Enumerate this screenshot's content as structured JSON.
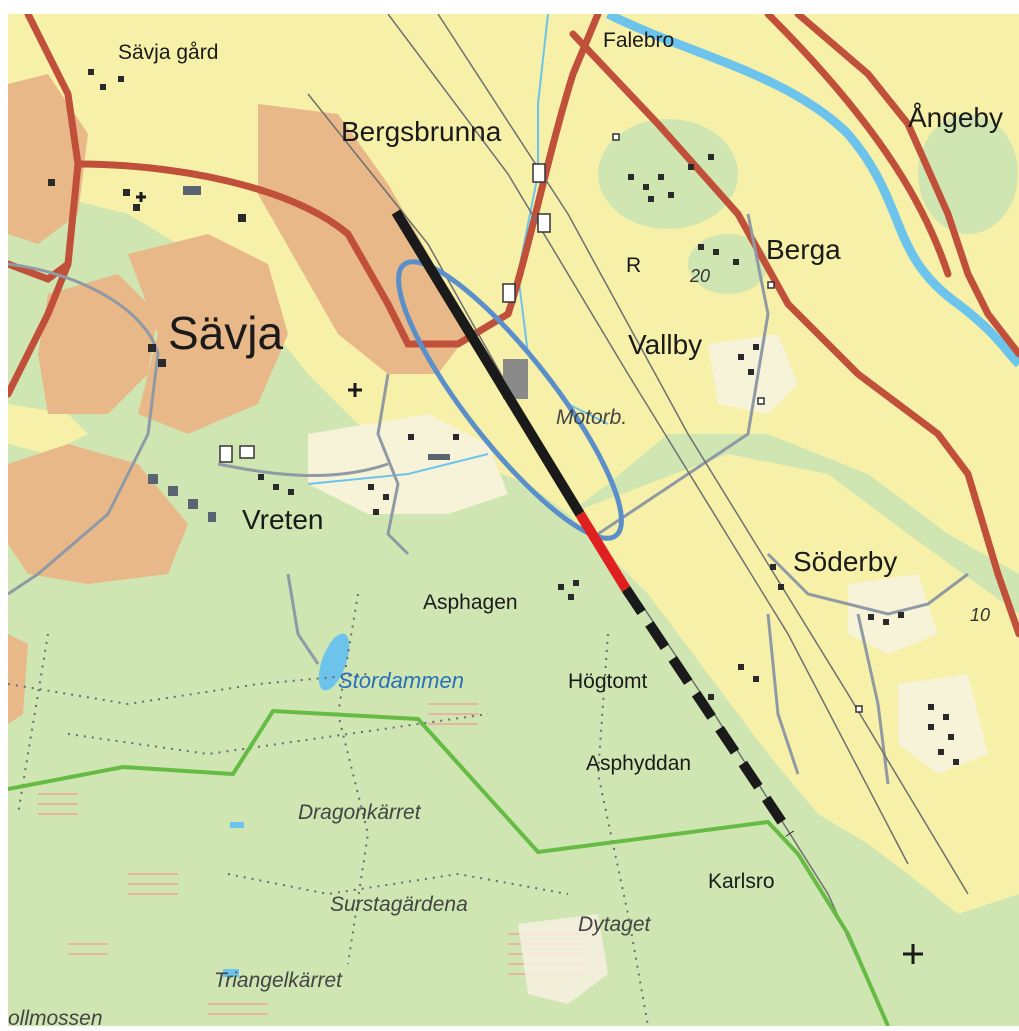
{
  "map": {
    "places": {
      "savja_gard": "Sävja gård",
      "falebro": "Falebro",
      "angeby": "Ångeby",
      "bergsbrunna": "Bergsbrunna",
      "berga": "Berga",
      "savja": "Sävja",
      "vallby": "Vallby",
      "motorb": "Motorb.",
      "vreten": "Vreten",
      "soderby": "Söderby",
      "asphagen": "Asphagen",
      "hogtomt": "Högtomt",
      "stordammen": "Stordammen",
      "asphyddan": "Asphyddan",
      "dragonkarret": "Dragonkärret",
      "karlsro": "Karlsro",
      "surstagardena": "Surstagärdena",
      "dytaget": "Dytaget",
      "triangelkarret": "Triangelkärret",
      "ollmossen": "ollmossen",
      "r_marker": "R"
    },
    "spot_heights": {
      "h20": "20",
      "h10": "10"
    },
    "colors": {
      "forest": "#cfe6b2",
      "open_land": "#f6f0a8",
      "urban": "#e8b888",
      "road": "#c0503a",
      "water": "#6cc4ec",
      "highlight_ellipse": "#5b8fc9",
      "track_black": "#1a1a1a",
      "track_red": "#e02020",
      "boundary": "#66bb44"
    }
  }
}
